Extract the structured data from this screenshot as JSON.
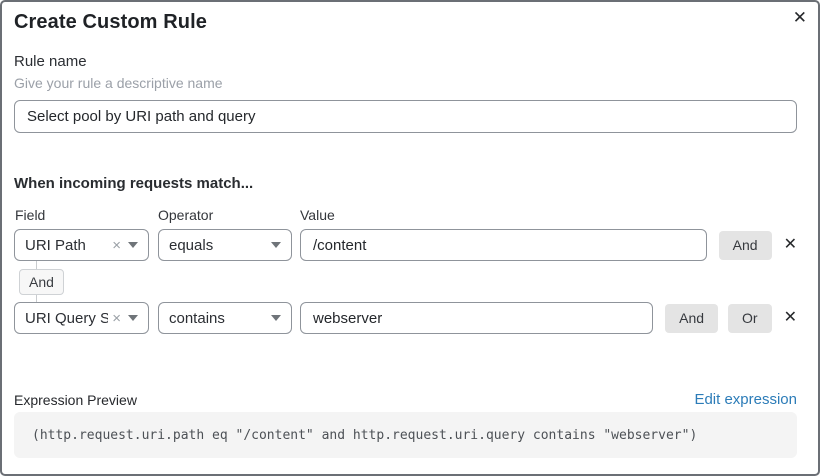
{
  "dialog": {
    "title": "Create Custom Rule",
    "close_icon": "✕"
  },
  "rule_name": {
    "label": "Rule name",
    "helper": "Give your rule a descriptive name",
    "value": "Select pool by URI path and query"
  },
  "match_section": {
    "heading": "When incoming requests match...",
    "columns": {
      "field": "Field",
      "operator": "Operator",
      "value": "Value"
    },
    "connector_label": "And",
    "rows": [
      {
        "field": "URI Path",
        "operator": "equals",
        "value": "/content",
        "and_button": "And",
        "delete_icon": "✕",
        "clear_icon": "×"
      },
      {
        "field": "URI Query St...",
        "operator": "contains",
        "value": "webserver",
        "and_button": "And",
        "or_button": "Or",
        "delete_icon": "✕",
        "clear_icon": "×"
      }
    ]
  },
  "expression": {
    "label": "Expression Preview",
    "edit_link": "Edit expression",
    "code": "(http.request.uri.path eq \"/content\" and http.request.uri.query contains \"webserver\")"
  },
  "colors": {
    "link_blue": "#2c7cb8",
    "button_gray": "#e4e4e4",
    "code_background": "#f4f4f4",
    "border_gray": "#8f949b"
  }
}
